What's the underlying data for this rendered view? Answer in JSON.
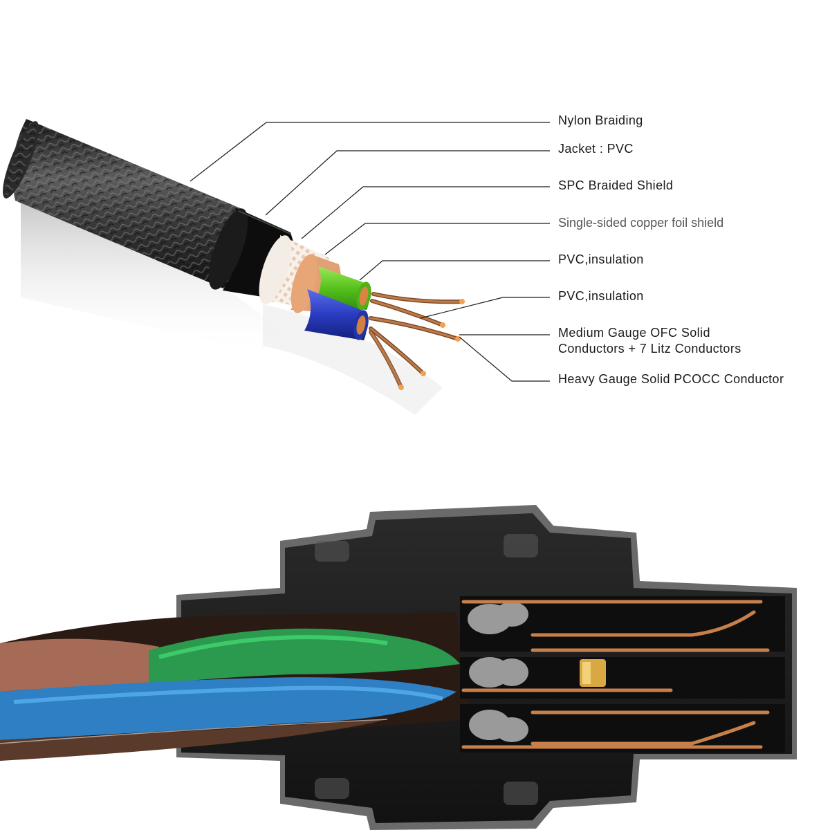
{
  "diagram": {
    "labels": [
      {
        "id": "nylon-braiding",
        "text": "Nylon Braiding"
      },
      {
        "id": "jacket-pvc",
        "text": "Jacket : PVC"
      },
      {
        "id": "spc-braided-shield",
        "text": "SPC Braided Shield"
      },
      {
        "id": "copper-foil-shield",
        "text": "Single-sided copper foil shield"
      },
      {
        "id": "pvc-insulation-1",
        "text": "PVC,insulation"
      },
      {
        "id": "pvc-insulation-2",
        "text": "PVC,insulation"
      },
      {
        "id": "medium-gauge-conductors",
        "lines": [
          "Medium Gauge OFC Solid",
          "Conductors + 7 Litz Conductors"
        ]
      },
      {
        "id": "heavy-gauge-conductor",
        "text": "Heavy Gauge Solid PCOCC Conductor"
      }
    ],
    "colors": {
      "braid": "#2e2e2e",
      "jacket": "#0c0c0c",
      "shield": "#f4efe9",
      "foil": "#d98f5a",
      "green_insulation": "#5bc820",
      "blue_insulation": "#2c3fc4",
      "copper": "#c8703a",
      "plug_body": "#1c1c1c",
      "plug_edge": "#6b6b6b"
    }
  }
}
